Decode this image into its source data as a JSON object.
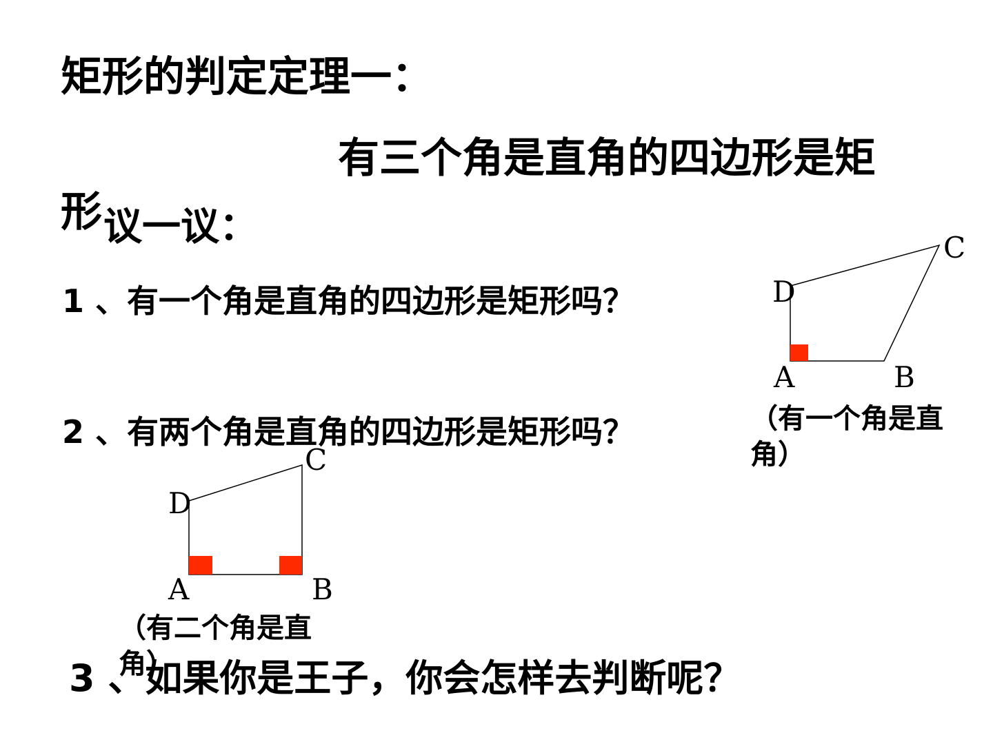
{
  "slide": {
    "title": "矩形的判定定理一：",
    "theorem_part1": "有三个角是直角的四边形是矩",
    "theorem_part2": "形",
    "discuss_heading": "议一议：",
    "questions": [
      "1 、有一个角是直角的四边形是矩形吗？",
      "2 、有两个角是直角的四边形是矩形吗？",
      "3 、如果你是王子，你会怎样去判断呢？"
    ],
    "figure1": {
      "caption": "（有一个角是直角）",
      "labels": {
        "A": "A",
        "B": "B",
        "C": "C",
        "D": "D"
      }
    },
    "figure2": {
      "caption": "（有二个角是直角）",
      "labels": {
        "A": "A",
        "B": "B",
        "C": "C",
        "D": "D"
      }
    },
    "colors": {
      "right_angle_marker": "#ff2a00",
      "line": "#000000"
    }
  }
}
